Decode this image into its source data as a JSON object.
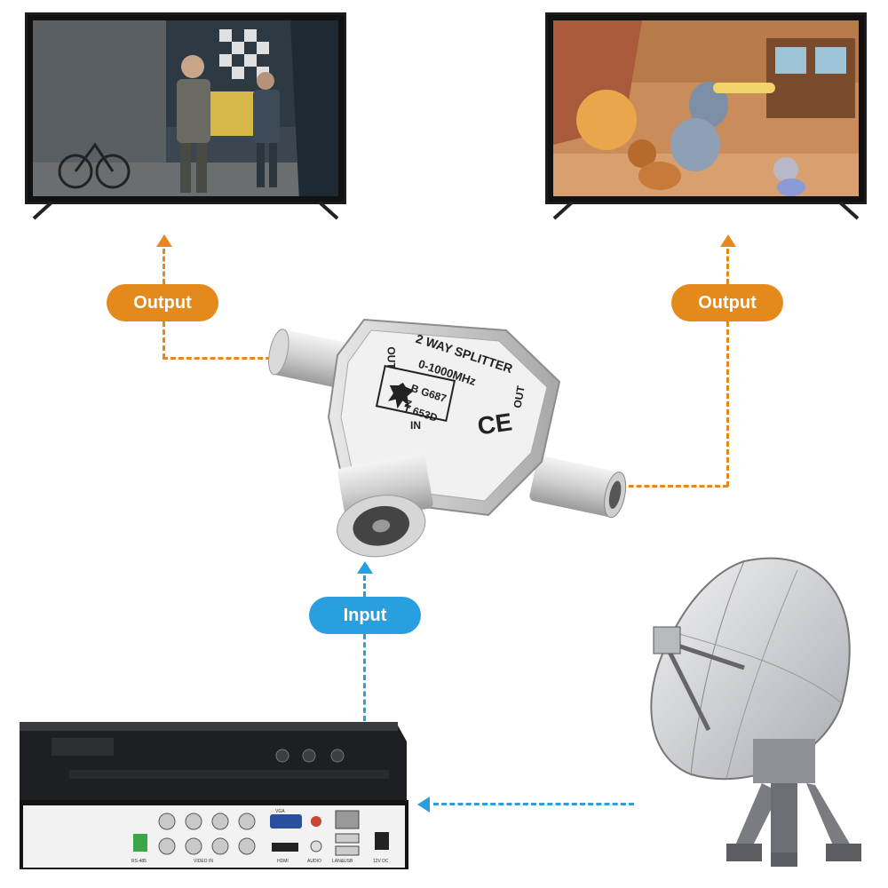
{
  "labels": {
    "output_left": "Output",
    "output_right": "Output",
    "input": "Input"
  },
  "splitter": {
    "title": "2 WAY SPLITTER",
    "freq": "0-1000MHz",
    "code_line1": "B G687",
    "code_line2": "Z",
    "code_line3": "T 653D",
    "ce": "CE",
    "port_out_left": "OUT",
    "port_out_right": "OUT",
    "port_in": "IN"
  },
  "dvr": {
    "port_vga": "VGA",
    "port_hdmi": "HDMI",
    "port_lan": "LAN&USB",
    "port_audio": "AUDIO",
    "port_video": "VIDEO IN",
    "port_rs485": "RS-485",
    "port_power": "12V DC"
  },
  "colors": {
    "output_accent": "#e48a1c",
    "input_accent": "#2a9fe0"
  },
  "icons": [
    "tv-icon",
    "arrow-up-icon",
    "arrow-left-icon",
    "satellite-dish-icon",
    "dvr-device-icon",
    "coax-splitter-icon"
  ]
}
